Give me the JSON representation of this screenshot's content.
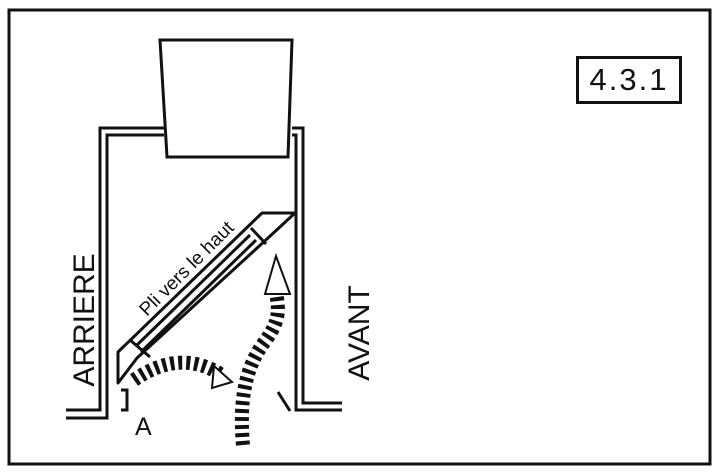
{
  "figure": {
    "number": "4.3.1",
    "label_rear": "ARRIERE",
    "label_front": "AVANT",
    "fold_note": "Pli vers le haut",
    "point_a": "A"
  },
  "colors": {
    "ink": "#111111",
    "background": "#ffffff"
  }
}
